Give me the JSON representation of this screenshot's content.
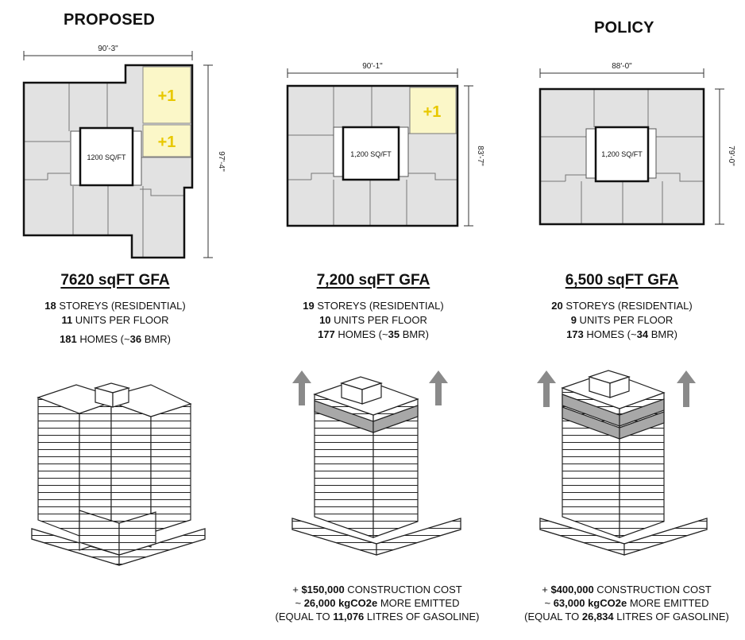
{
  "headings": {
    "proposed": "PROPOSED",
    "policy": "POLICY"
  },
  "plans": [
    {
      "width_dim": "90'-3\"",
      "height_dim": "97'-4\"",
      "core": "1200 SQ/FT",
      "plus_labels": [
        "+1",
        "+1"
      ],
      "gfa": "7620 sqFT GFA",
      "storeys_num": "18",
      "storeys_text": " STOREYS (RESIDENTIAL)",
      "units_num": "11",
      "units_text": " UNITS PER FLOOR",
      "homes_num": "181",
      "homes_mid": " HOMES (~",
      "bmr_num": "36",
      "bmr_text": " BMR)"
    },
    {
      "width_dim": "90'-1\"",
      "height_dim": "83'-7\"",
      "core": "1,200 SQ/FT",
      "plus_labels": [
        "+1"
      ],
      "gfa": "7,200 sqFT GFA",
      "storeys_num": "19",
      "storeys_text": " STOREYS (RESIDENTIAL)",
      "units_num": "10",
      "units_text": " UNITS PER FLOOR",
      "homes_num": "177",
      "homes_mid": " HOMES (~",
      "bmr_num": "35",
      "bmr_text": " BMR)",
      "cost": {
        "cost_prefix": "+ ",
        "cost_num": "$150,000",
        "cost_text": " CONSTRUCTION COST",
        "co2_prefix": "~ ",
        "co2_num": "26,000 kgCO2e",
        "co2_text": " MORE EMITTED",
        "eq_prefix": "(EQUAL TO ",
        "eq_num": "11,076",
        "eq_text": " LITRES OF GASOLINE)"
      }
    },
    {
      "width_dim": "88'-0\"",
      "height_dim": "79'-0\"",
      "core": "1,200 SQ/FT",
      "plus_labels": [],
      "gfa": "6,500 sqFT GFA",
      "storeys_num": "20",
      "storeys_text": " STOREYS (RESIDENTIAL)",
      "units_num": "9",
      "units_text": " UNITS PER FLOOR",
      "homes_num": "173",
      "homes_mid": " HOMES (~",
      "bmr_num": "34",
      "bmr_text": " BMR)",
      "cost": {
        "cost_prefix": "+ ",
        "cost_num": "$400,000",
        "cost_text": " CONSTRUCTION COST",
        "co2_prefix": "~ ",
        "co2_num": "63,000 kgCO2e",
        "co2_text": " MORE EMITTED",
        "eq_prefix": "(EQUAL TO ",
        "eq_num": "26,834",
        "eq_text": " LITRES OF GASOLINE)"
      }
    }
  ],
  "colors": {
    "unit_fill": "#e2e2e2",
    "added_fill": "#fbf7c8",
    "plus": "#e8c800",
    "added_floor": "#a8a8a8",
    "arrow": "#8a8a8a"
  }
}
